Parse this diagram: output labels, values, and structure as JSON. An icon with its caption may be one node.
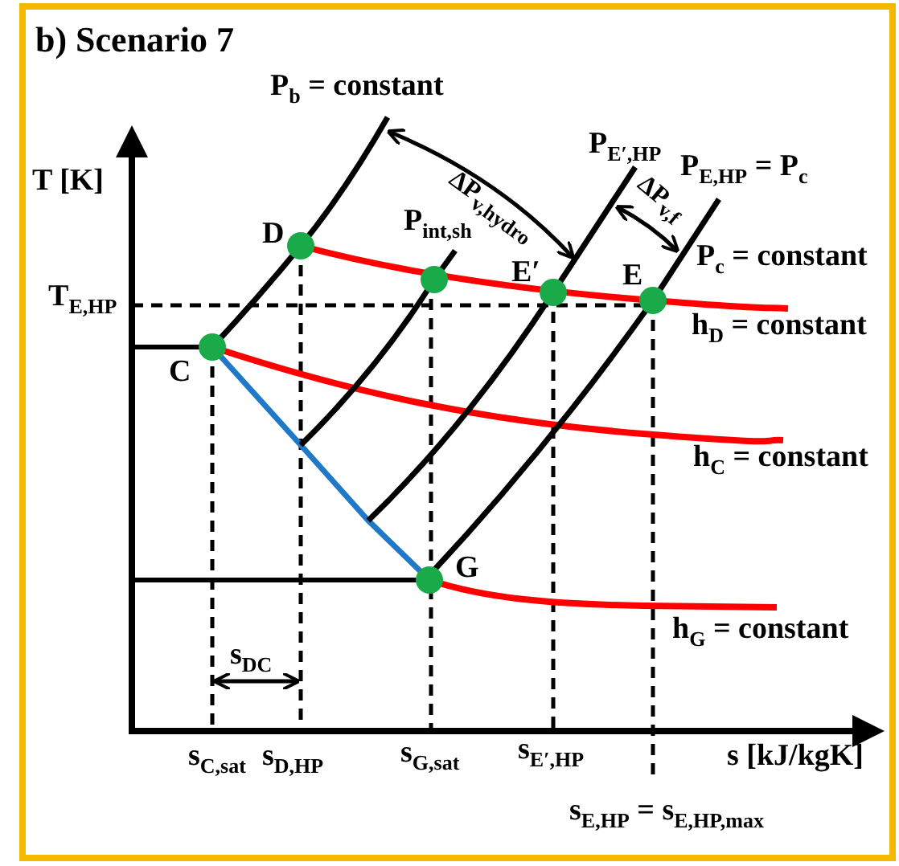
{
  "diagram": {
    "title": "b) Scenario 7",
    "labels": [
      "P$_{b}$ = constant",
      "T [K]",
      "P$_{E′,HP}$",
      "P$_{E,HP}$ = P$_{c}$",
      "ΔP$_{v,hydro}$",
      "ΔP$_{v,f}$",
      "D",
      "P$_{int,sh}$",
      "E′",
      "E",
      "P$_{c}$ = constant",
      "T$_{E,HP}$",
      "h$_{D}$ = constant",
      "C",
      "h$_{C}$ = constant",
      "G",
      "h$_{G}$ = constant",
      "s$_{DC}$",
      "s$_{C,sat}$",
      "s$_{D,HP}$",
      "s$_{G,sat}$",
      "s$_{E′,HP}$",
      "s [kJ/kgK]",
      "s$_{E,HP}$ = s$_{E,HP,max}$"
    ]
  }
}
